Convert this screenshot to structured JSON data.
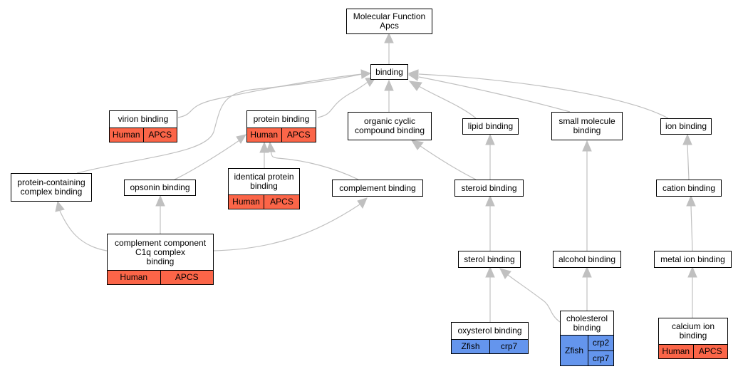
{
  "colors": {
    "human": "#fb6548",
    "zfish": "#6495ed",
    "edge": "#c0c0c0"
  },
  "nodes": {
    "mf": {
      "label": "Molecular Function\nApcs"
    },
    "binding": {
      "label": "binding"
    },
    "virion": {
      "label": "virion binding",
      "species": "Human",
      "gene": "APCS"
    },
    "protein": {
      "label": "protein binding",
      "species": "Human",
      "gene": "APCS"
    },
    "organic": {
      "label": "organic cyclic\ncompound binding"
    },
    "lipid": {
      "label": "lipid binding"
    },
    "smallmol": {
      "label": "small molecule\nbinding"
    },
    "ion": {
      "label": "ion binding"
    },
    "pcomplex": {
      "label": "protein-containing\ncomplex binding"
    },
    "opsonin": {
      "label": "opsonin binding"
    },
    "identical": {
      "label": "identical protein\nbinding",
      "species": "Human",
      "gene": "APCS"
    },
    "complement": {
      "label": "complement binding"
    },
    "steroid": {
      "label": "steroid binding"
    },
    "cation": {
      "label": "cation binding"
    },
    "c1q": {
      "label": "complement component\nC1q complex\nbinding",
      "species": "Human",
      "gene": "APCS"
    },
    "sterol": {
      "label": "sterol binding"
    },
    "alcohol": {
      "label": "alcohol binding"
    },
    "metalion": {
      "label": "metal ion binding"
    },
    "oxysterol": {
      "label": "oxysterol binding",
      "species": "Zfish",
      "gene": "crp7"
    },
    "cholesterol": {
      "label": "cholesterol\nbinding",
      "species": "Zfish",
      "genes": [
        "crp2",
        "crp7"
      ]
    },
    "calcium": {
      "label": "calcium ion\nbinding",
      "species": "Human",
      "gene": "APCS"
    }
  }
}
